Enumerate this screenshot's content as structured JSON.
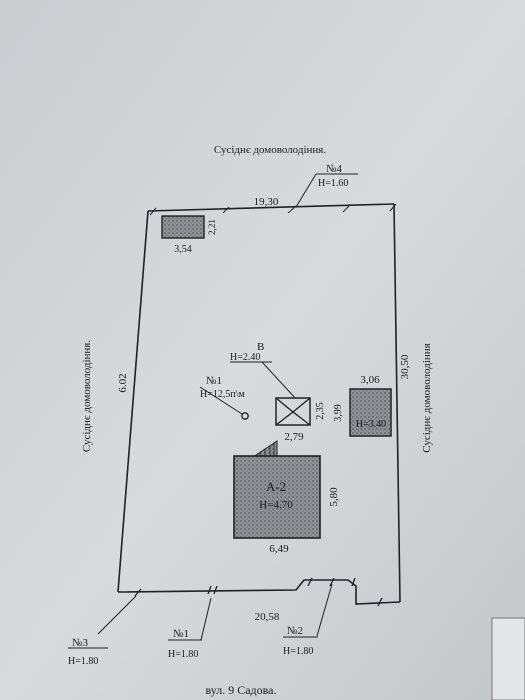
{
  "plan": {
    "top_neighbor": "Сусіднє домоволодіння.",
    "left_neighbor": "Сусіднє домоволодіння.",
    "right_neighbor": "Сусіднє домоволодіння",
    "street": "вул. 9 Садова.",
    "dimensions": {
      "top": "19,30",
      "bottom": "20,58",
      "left": "6.02",
      "right": "30,50"
    },
    "buildings": {
      "shed_top": {
        "width": "3,54",
        "depth": "2,21"
      },
      "shed_right": {
        "width": "3,06",
        "depth": "3,99",
        "height_label": "H=3.40"
      },
      "house": {
        "label": "А-2",
        "height_label": "H=4.70",
        "width": "6,49",
        "depth": "5,80"
      },
      "cellar": {
        "label": "В",
        "height_label": "H=2.40",
        "width": "2,79",
        "depth": "2,35"
      }
    },
    "well": {
      "label": "№1",
      "height_label": "H=12,5п\\м"
    },
    "fences": [
      {
        "label": "№4",
        "height_label": "H=1.60"
      },
      {
        "label": "№3",
        "height_label": "H=1.80"
      },
      {
        "label": "№1",
        "height_label": "H=1.80"
      },
      {
        "label": "№2",
        "height_label": "H=1.80"
      }
    ]
  }
}
